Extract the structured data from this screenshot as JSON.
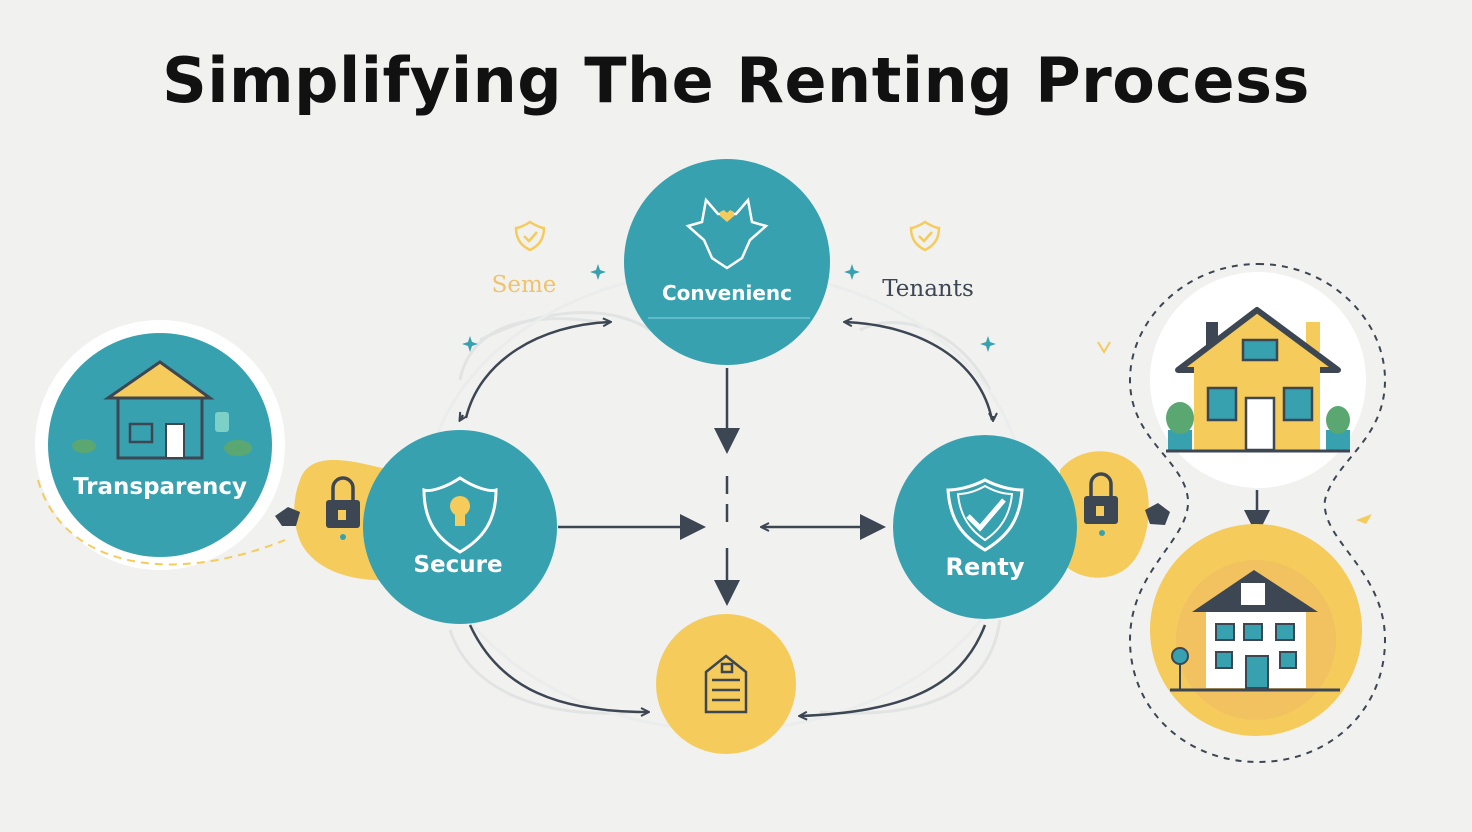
{
  "title": "Simplifying The Renting Process",
  "nodes": {
    "transparency": "Transparency",
    "convenience": "Convenienc",
    "secure": "Secure",
    "renty": "Renty"
  },
  "annotations": {
    "left": "Seme",
    "right": "Tenants"
  },
  "colors": {
    "teal": "#38a1b0",
    "yellow": "#f5cb5c",
    "dark": "#3d4653",
    "background": "#f1f1f0"
  },
  "icons": [
    "house-icon",
    "bell-icon",
    "shield-lock-icon",
    "shield-check-icon",
    "document-icon",
    "padlock-icon",
    "shield-badge-icon"
  ]
}
